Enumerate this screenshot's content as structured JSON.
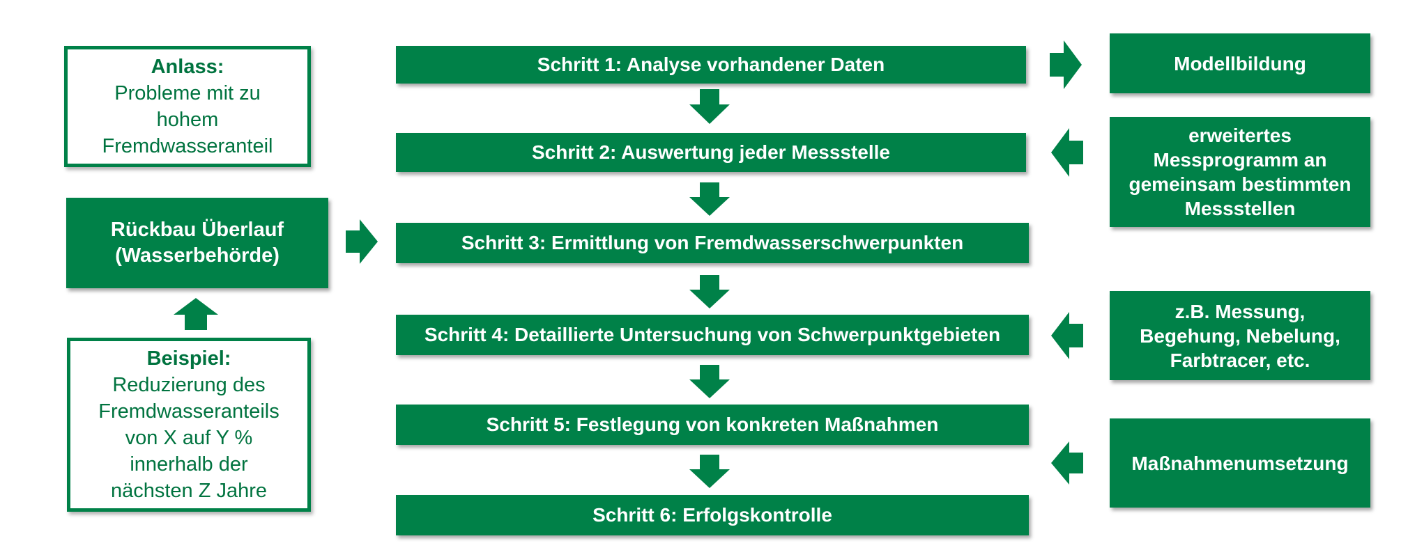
{
  "left": {
    "anlass": {
      "title": "Anlass:",
      "lines": [
        "Probleme mit zu",
        "hohem",
        "Fremdwasseranteil"
      ]
    },
    "rueckbau": {
      "lines": [
        "Rückbau Überlauf",
        "(Wasserbehörde)"
      ]
    },
    "beispiel": {
      "title": "Beispiel:",
      "lines": [
        "Reduzierung des",
        "Fremdwasseranteils",
        "von X auf Y %",
        "innerhalb der",
        "nächsten Z Jahre"
      ]
    }
  },
  "steps": [
    "Schritt 1: Analyse vorhandener Daten",
    "Schritt 2: Auswertung jeder Messstelle",
    "Schritt 3: Ermittlung von Fremdwasserschwerpunkten",
    "Schritt 4: Detaillierte Untersuchung von Schwerpunktgebieten",
    "Schritt 5: Festlegung von konkreten Maßnahmen",
    "Schritt 6: Erfolgskontrolle"
  ],
  "right": {
    "modell": {
      "lines": [
        "Modellbildung"
      ]
    },
    "messprogramm": {
      "lines": [
        "erweitertes",
        "Messprogramm an",
        "gemeinsam bestimmten",
        "Messstellen"
      ]
    },
    "messung": {
      "lines": [
        "z.B. Messung,",
        "Begehung, Nebelung,",
        "Farbtracer, etc."
      ]
    },
    "massnahmen": {
      "lines": [
        "Maßnahmenumsetzung"
      ]
    }
  },
  "colors": {
    "accent": "#008148",
    "text_on_outline": "#00733f"
  }
}
